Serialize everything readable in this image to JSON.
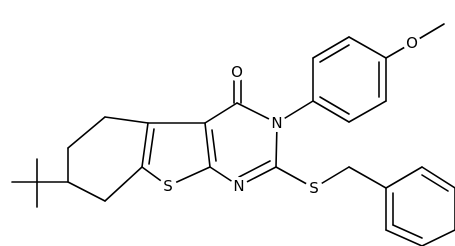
{
  "molecule": {
    "atoms": {
      "carbonyl_oxygen": "O",
      "n3": "N",
      "n1": "N",
      "ring_sulfur": "S",
      "thioether_sulfur": "S",
      "methoxy_oxygen": "O"
    },
    "line_color": "#000000",
    "background": "#ffffff"
  }
}
